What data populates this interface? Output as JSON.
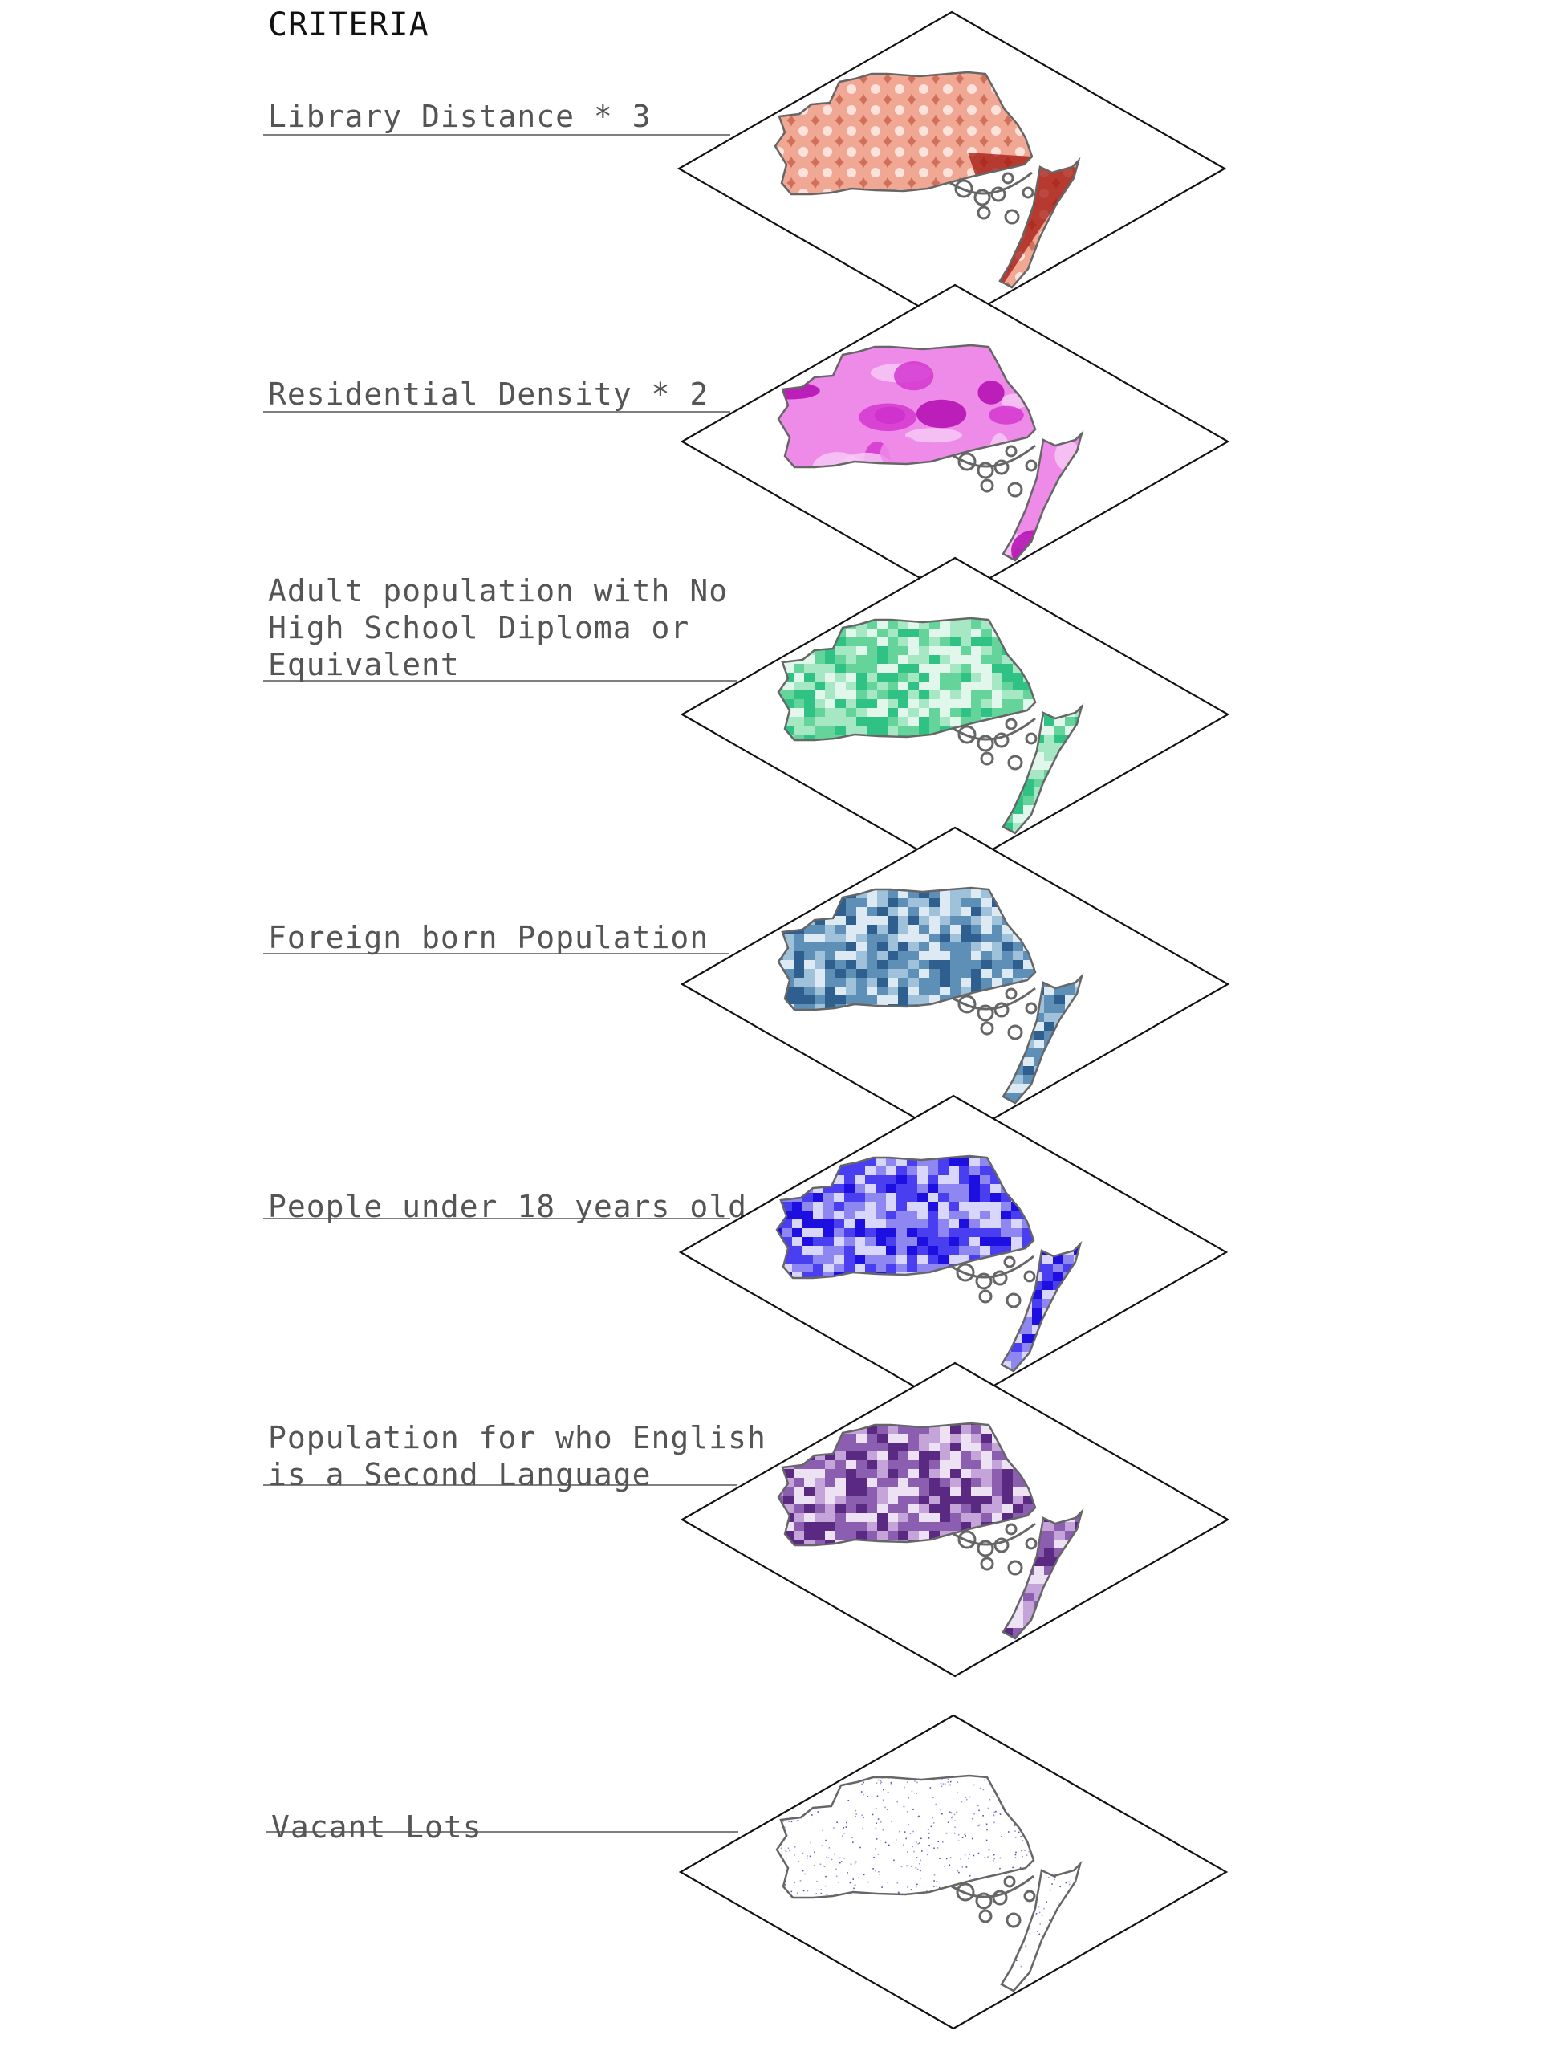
{
  "title": "CRITERIA",
  "layers": [
    {
      "label": "Library Distance * 3",
      "palette": [
        "#fbe3dc",
        "#f0a894",
        "#d0705a",
        "#a3150e"
      ],
      "pattern": "circles"
    },
    {
      "label": "Residential Density * 2",
      "palette": [
        "#f7c8f5",
        "#ee8ae8",
        "#d436d0",
        "#b10bb0"
      ],
      "pattern": "blobs"
    },
    {
      "label": "Adult population with No\nHigh School Diploma or\nEquivalent",
      "palette": [
        "#e2f7ec",
        "#a6e8c4",
        "#64d49b",
        "#30c285"
      ],
      "pattern": "tracts"
    },
    {
      "label": "Foreign born Population",
      "palette": [
        "#dde9f3",
        "#9fc1da",
        "#5e8fb6",
        "#2e5f8f"
      ],
      "pattern": "tracts"
    },
    {
      "label": "People under 18 years old",
      "palette": [
        "#d9d6fb",
        "#8e87f2",
        "#4a3ff0",
        "#1d0fe0"
      ],
      "pattern": "tracts"
    },
    {
      "label": "Population for who English\nis a Second Language",
      "palette": [
        "#ede2f3",
        "#c4a4d9",
        "#8b5eb0",
        "#5a2a82"
      ],
      "pattern": "tracts"
    },
    {
      "label": "Vacant Lots",
      "palette": [
        "#ffffff",
        "#e8e6f6",
        "#9c98d6",
        "#5a52b3"
      ],
      "pattern": "dots"
    }
  ]
}
